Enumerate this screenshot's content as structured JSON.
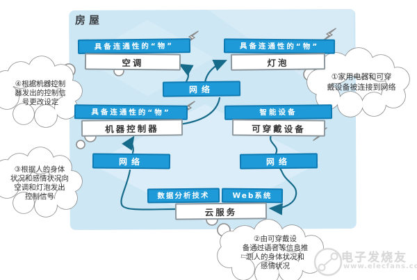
{
  "house": {
    "label": "房屋"
  },
  "nodes": {
    "thing_ac": {
      "header": "具备连通性的“物”",
      "label": "空调"
    },
    "thing_bulb": {
      "header": "具备连通性的“物”",
      "label": "灯泡"
    },
    "thing_controller": {
      "header": "具备连通性的“物”",
      "label": "机器控制器"
    },
    "smart_device": {
      "header": "智能设备",
      "label": "可穿戴设备"
    },
    "network_top": {
      "label": "网络"
    },
    "network_left": {
      "label": "网络"
    },
    "network_right": {
      "label": "网络"
    },
    "data_analysis": {
      "label": "数据分析技术"
    },
    "web_system": {
      "label": "Web系统"
    },
    "cloud_service": {
      "label": "云服务"
    }
  },
  "callouts": {
    "step1": {
      "lines": [
        "①家用电器和可穿",
        "戴设备被连接到网络"
      ]
    },
    "step2": {
      "lines": [
        "②由可穿戴设",
        "备通过语音等信息推",
        "测人的身体状况和",
        "感情状况"
      ]
    },
    "step3": {
      "lines": [
        "③根据人的身体",
        "状况和感情状况向",
        "空调和灯泡发出",
        "控制信号"
      ]
    },
    "step4": {
      "lines": [
        "④根据机器控制",
        "器发出的控制信",
        "号更改设定"
      ]
    }
  },
  "watermark": {
    "name": "电子发烧友",
    "site": "www.elecfans.com"
  },
  "colors": {
    "box_blue": "#1f9ad8",
    "box_border": "#0f7ab2",
    "arrow": "#176b8a",
    "house_bg": "#cde7f5"
  }
}
